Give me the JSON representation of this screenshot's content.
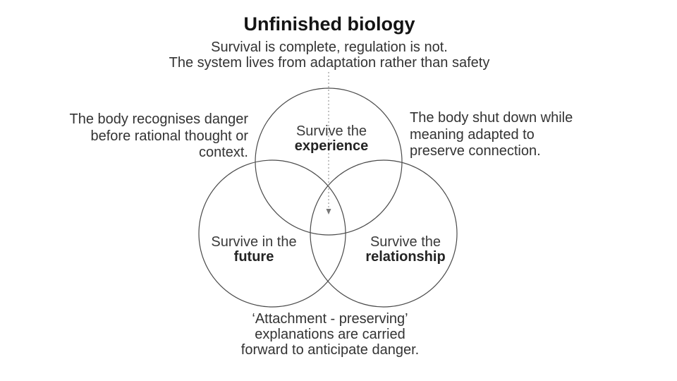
{
  "title": "Unfinished biology",
  "subtitle": {
    "line1": "Survival is complete, regulation is not.",
    "line2": "The system lives from adaptation rather than safety"
  },
  "venn": {
    "top_circle": {
      "line1": "Survive the",
      "line2": "experience"
    },
    "left_circle": {
      "line1": "Survive in the",
      "line2": "future"
    },
    "right_circle": {
      "line1": "Survive the",
      "line2": "relationship"
    }
  },
  "annotations": {
    "left": {
      "line1": "The body recognises danger",
      "line2": "before rational thought or",
      "line3": "context."
    },
    "right": {
      "line1": "The body shut down while",
      "line2": "meaning adapted to",
      "line3": "preserve connection."
    },
    "bottom": {
      "line1": "‘Attachment - preserving’",
      "line2": "explanations are carried",
      "line3": "forward to anticipate danger."
    }
  },
  "colors": {
    "background": "#ffffff",
    "title_text": "#141414",
    "body_text": "#333333",
    "bold_text": "#242424",
    "circle_stroke": "#4a4a4a",
    "arrow_line": "#999999",
    "arrow_head": "#777777"
  }
}
